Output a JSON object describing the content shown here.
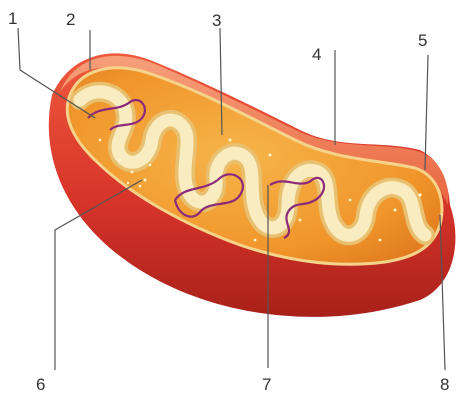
{
  "diagram": {
    "labels": [
      {
        "id": "1",
        "text": "1"
      },
      {
        "id": "2",
        "text": "2"
      },
      {
        "id": "3",
        "text": "3"
      },
      {
        "id": "4",
        "text": "4"
      },
      {
        "id": "5",
        "text": "5"
      },
      {
        "id": "6",
        "text": "6"
      },
      {
        "id": "7",
        "text": "7"
      },
      {
        "id": "8",
        "text": "8"
      }
    ],
    "colors": {
      "outer_membrane": "#d8342a",
      "outer_shadow": "#9e1d17",
      "rim": "#f07a5a",
      "matrix": "#f29a2c",
      "cristae": "#f7e9b0",
      "cristae_edge": "#e9c676",
      "dna": "#8b2a7a"
    }
  }
}
